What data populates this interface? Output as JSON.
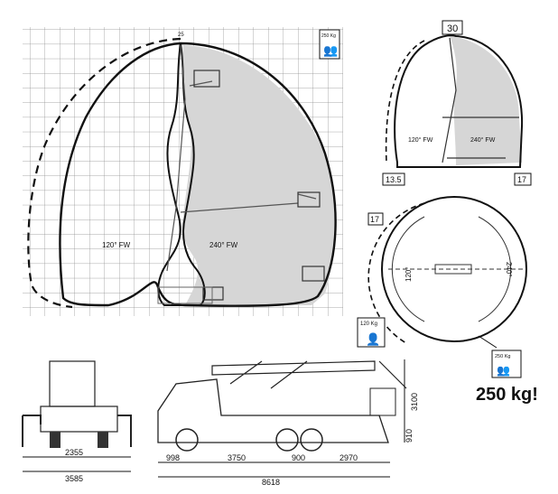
{
  "working_range_main": {
    "grid_cols": 16,
    "grid_rows": 15,
    "zone_left_label": "120° FW",
    "zone_right_label": "240° FW",
    "top_marker": "25",
    "badge_text": "250 Kg"
  },
  "working_range_side": {
    "top_value": "30",
    "left_value": "13.5",
    "right_value": "17",
    "zone_left_label": "120° FW",
    "zone_right_label": "240° FW"
  },
  "rotation_view": {
    "radius_label": "17",
    "angle_left": "120°",
    "angle_right": "240°",
    "badge_text": "120 Kg"
  },
  "load_badge": {
    "text": "250 Kg",
    "headline": "250 kg!"
  },
  "front_view": {
    "width_inner": "2355",
    "width_outer": "3585"
  },
  "side_view": {
    "dims": [
      "998",
      "3750",
      "900",
      "2970"
    ],
    "total_length": "8618",
    "height": "3100",
    "ground_clearance": "910"
  },
  "colors": {
    "line": "#111111",
    "grid": "#8a8a8a",
    "shade": "#d6d6d6"
  }
}
